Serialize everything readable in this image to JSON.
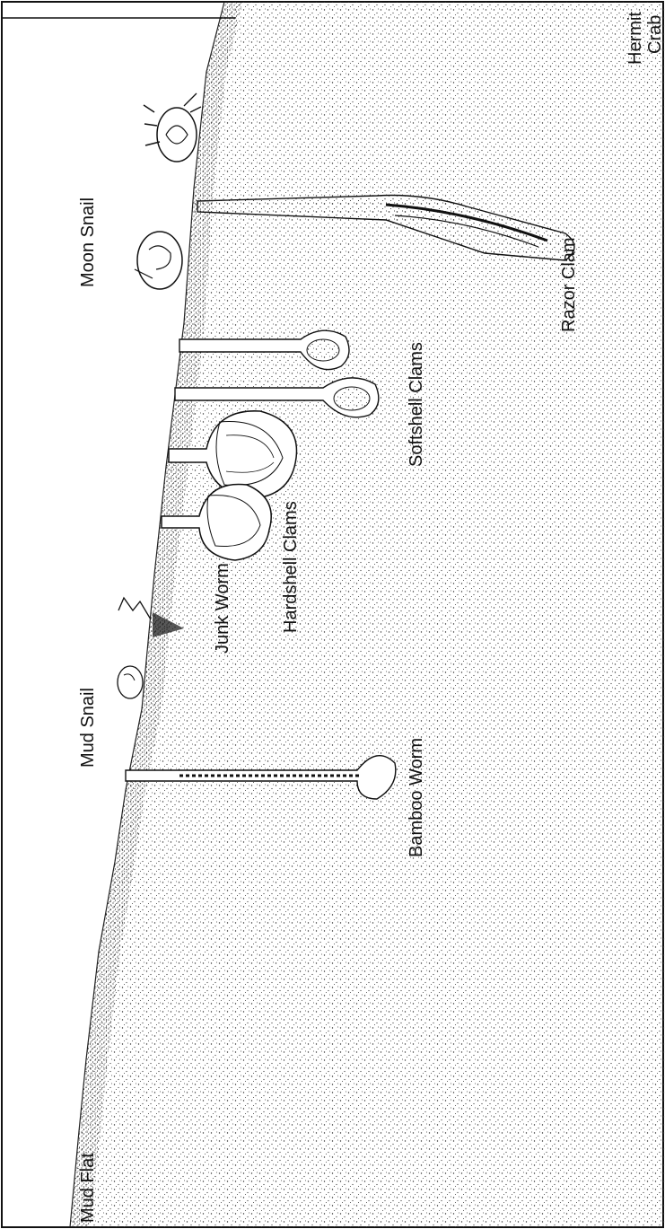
{
  "labels": {
    "hermit_crab_line1": "Hermit",
    "hermit_crab_line2": "Crab",
    "moon_snail": "Moon Snail",
    "razor_clam": "Razor Clam",
    "softshell_clams": "Softshell Clams",
    "hardshell_clams": "Hardshell Clams",
    "junk_worm": "Junk Worm",
    "mud_snail": "Mud Snail",
    "bamboo_worm": "Bamboo Worm",
    "mud_flat": "Mud Flat"
  },
  "colors": {
    "ink": "#111111",
    "stipple": "#333333",
    "background": "#ffffff"
  }
}
